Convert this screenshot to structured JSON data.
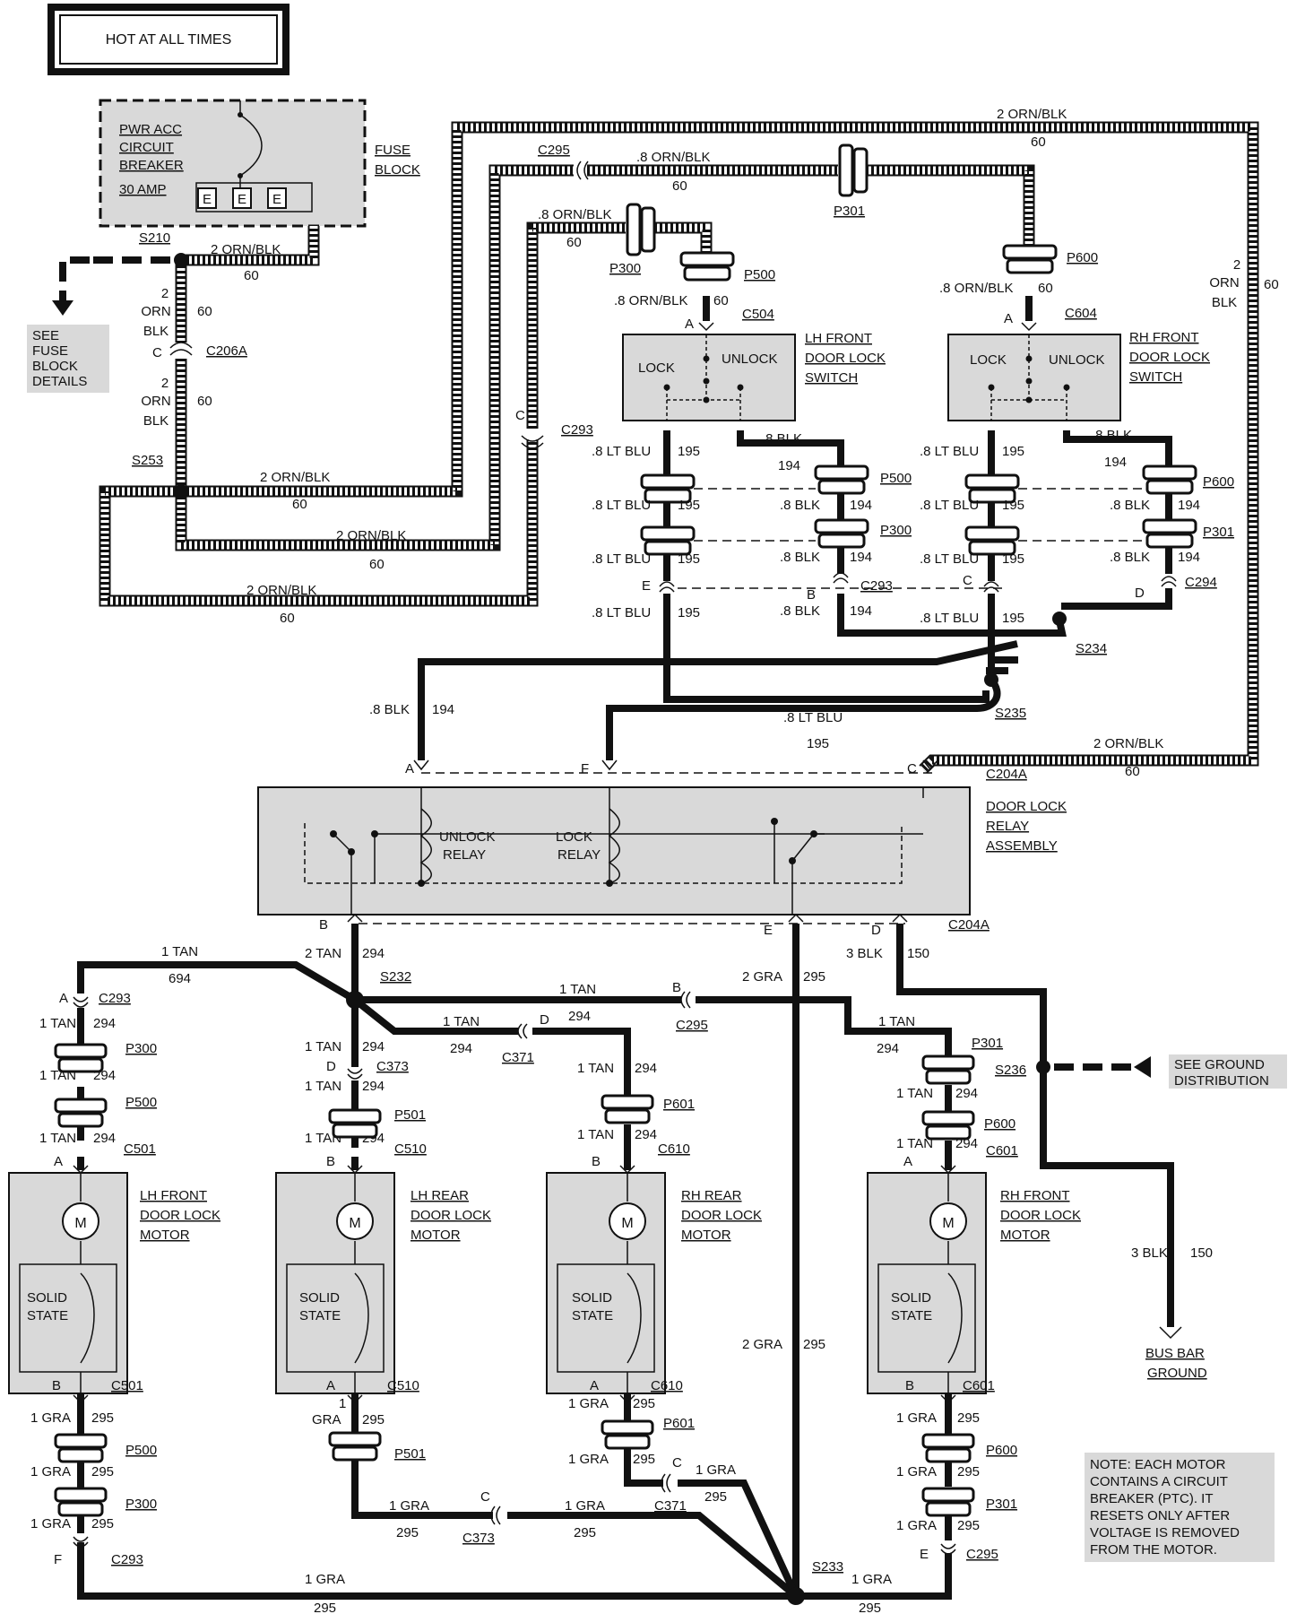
{
  "header": {
    "title": "HOT AT ALL TIMES"
  },
  "fuse_block": {
    "breaker_lines": [
      "PWR ACC",
      "CIRCUIT",
      "BREAKER",
      "30 AMP"
    ],
    "fuse_block_label": [
      "FUSE",
      "BLOCK"
    ],
    "terminal_letters": [
      "E",
      "E",
      "E"
    ],
    "see_details": [
      "SEE",
      "FUSE",
      "BLOCK",
      "DETAILS"
    ]
  },
  "splices": {
    "s210": "S210",
    "s253": "S253",
    "s234": "S234",
    "s235": "S235",
    "s232": "S232",
    "s236": "S236",
    "s233": "S233"
  },
  "connectors": {
    "c206a": "C206A",
    "c295": "C295",
    "c293": "C293",
    "c294": "C294",
    "c504": "C504",
    "c604": "C604",
    "c204a": "C204A",
    "c373": "C373",
    "c371": "C371",
    "c501": "C501",
    "c510": "C510",
    "c610": "C610",
    "c601": "C601",
    "p300": "P300",
    "p301": "P301",
    "p500": "P500",
    "p501": "P501",
    "p600": "P600",
    "p601": "P601"
  },
  "pins": {
    "a": "A",
    "b": "B",
    "c": "C",
    "d": "D",
    "e": "E",
    "f": "F"
  },
  "wires": {
    "orn2": "2 ORN/BLK",
    "orn08": ".8 ORN/BLK",
    "c60": "60",
    "n2": "2",
    "orn": "ORN",
    "blk": "BLK",
    "ltblu": ".8 LT BLU",
    "c195": "195",
    "blk08": ".8 BLK",
    "c194": "194",
    "tan1": "1 TAN",
    "tan2": "2 TAN",
    "c294": "294",
    "c694": "694",
    "gra1": "1 GRA",
    "gra2": "2 GRA",
    "gra": "GRA",
    "n1": "1",
    "c295": "295",
    "blk3": "3 BLK",
    "c150": "150"
  },
  "switches": {
    "lock": "LOCK",
    "unlock": "UNLOCK",
    "lh_name": [
      "LH FRONT",
      "DOOR LOCK",
      "SWITCH"
    ],
    "rh_name": [
      "RH FRONT",
      "DOOR LOCK",
      "SWITCH"
    ]
  },
  "relay": {
    "name": [
      "DOOR LOCK",
      "RELAY",
      "ASSEMBLY"
    ],
    "unlock": [
      "UNLOCK",
      "RELAY"
    ],
    "lock": [
      "LOCK",
      "RELAY"
    ]
  },
  "motors": {
    "m": "M",
    "solid": [
      "SOLID",
      "STATE"
    ],
    "lh_front": [
      "LH FRONT",
      "DOOR LOCK",
      "MOTOR"
    ],
    "lh_rear": [
      "LH REAR",
      "DOOR LOCK",
      "MOTOR"
    ],
    "rh_rear": [
      "RH REAR",
      "DOOR LOCK",
      "MOTOR"
    ],
    "rh_front": [
      "RH FRONT",
      "DOOR LOCK",
      "MOTOR"
    ]
  },
  "ground": {
    "see": [
      "SEE GROUND",
      "DISTRIBUTION"
    ],
    "bus_bar": [
      "BUS BAR",
      "GROUND"
    ]
  },
  "note": [
    "NOTE: EACH MOTOR",
    "CONTAINS A CIRCUIT",
    "BREAKER (PTC). IT",
    "RESETS ONLY AFTER",
    "VOLTAGE IS REMOVED",
    "FROM THE MOTOR."
  ]
}
